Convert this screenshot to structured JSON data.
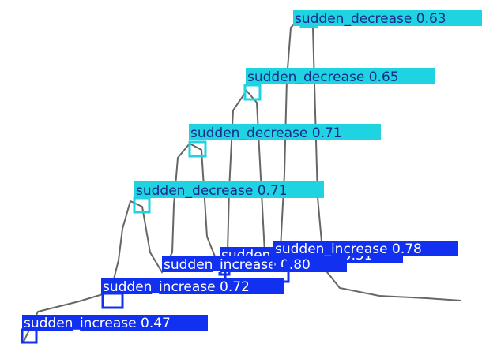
{
  "chart_data": {
    "type": "line",
    "title": "",
    "xlabel": "",
    "ylabel": "",
    "grid": false,
    "legend": "none",
    "colors": {
      "line": "#666666",
      "sudden_decrease": "#1fd3e0",
      "sudden_increase": "#1230f0",
      "label_text_on_decrease": "#1a2a8a",
      "label_text_on_increase": "#ffffff"
    },
    "series": [
      {
        "values": [
          [
            30,
            433
          ],
          [
            48,
            395
          ],
          [
            100,
            382
          ],
          [
            140,
            370
          ],
          [
            150,
            330
          ],
          [
            155,
            290
          ],
          [
            165,
            255
          ],
          [
            180,
            262
          ],
          [
            190,
            320
          ],
          [
            205,
            345
          ],
          [
            218,
            320
          ],
          [
            220,
            260
          ],
          [
            225,
            200
          ],
          [
            240,
            182
          ],
          [
            255,
            190
          ],
          [
            262,
            300
          ],
          [
            280,
            345
          ],
          [
            288,
            320
          ],
          [
            290,
            240
          ],
          [
            295,
            140
          ],
          [
            312,
            115
          ],
          [
            325,
            130
          ],
          [
            335,
            320
          ],
          [
            345,
            330
          ],
          [
            355,
            315
          ],
          [
            360,
            220
          ],
          [
            363,
            100
          ],
          [
            368,
            35
          ],
          [
            386,
            18
          ],
          [
            396,
            35
          ],
          [
            402,
            250
          ],
          [
            410,
            340
          ],
          [
            430,
            365
          ],
          [
            480,
            375
          ],
          [
            540,
            378
          ],
          [
            583,
            381
          ]
        ]
      }
    ],
    "detections": [
      {
        "label": "sudden_decrease 0.63",
        "class": "sudden_decrease"
      },
      {
        "label": "sudden_decrease 0.65",
        "class": "sudden_decrease"
      },
      {
        "label": "sudden_decrease 0.71",
        "class": "sudden_decrease"
      },
      {
        "label": "sudden_decrease 0.71",
        "class": "sudden_decrease"
      },
      {
        "label": "sudden_increase 0.78",
        "class": "sudden_increase"
      },
      {
        "label": "sudden_increase 0.80",
        "class": "sudden_increase"
      },
      {
        "label": "sudden_increase 0.72",
        "class": "sudden_increase"
      },
      {
        "label": "sudden_increase 0.47",
        "class": "sudden_increase"
      },
      {
        "label": "sudden_decrease 0.51",
        "class": "sudden_increase"
      }
    ]
  }
}
